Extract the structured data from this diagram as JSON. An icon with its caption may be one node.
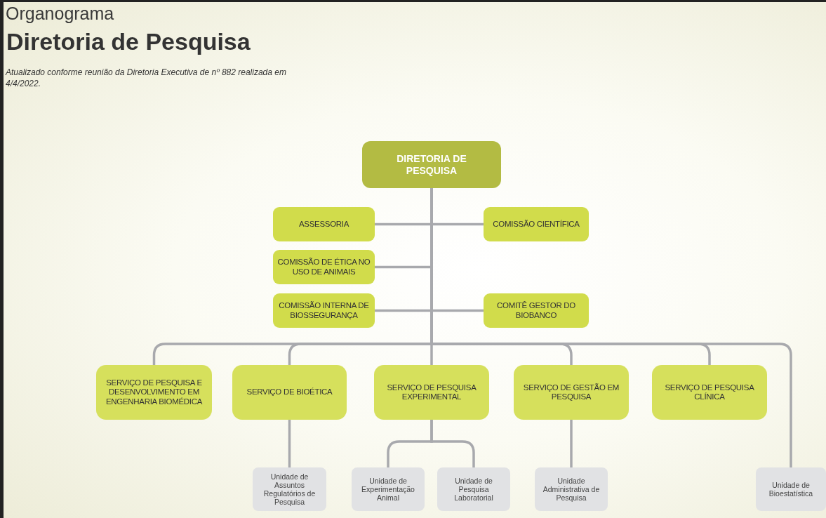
{
  "diagram": {
    "title": "Diretoria de Pesquisa",
    "caption": "Atualizado conforme reunião da Diretoria Executiva de nº 882 realizada em 4/4/2022.",
    "labels": [
      "Organograma"
    ],
    "nodes": [
      {
        "text": [
          "DIRETORIA DE PESQUISA"
        ]
      },
      {
        "text": [
          "ASSESSORIA"
        ]
      },
      {
        "text": [
          "COMISSÃO CIENTÍFICA"
        ]
      },
      {
        "text": [
          "COMISSÃO DE ÉTICA NO USO DE ANIMAIS"
        ]
      },
      {
        "text": [
          "COMISSÃO INTERNA DE BIOSSEGURANÇA"
        ]
      },
      {
        "text": [
          "COMITÊ GESTOR DO BIOBANCO"
        ]
      },
      {
        "text": [
          "SERVIÇO DE PESQUISA E DESENVOLVIMENTO EM ENGENHARIA BIOMÉDICA"
        ]
      },
      {
        "text": [
          "SERVIÇO DE BIOÉTICA"
        ]
      },
      {
        "text": [
          "SERVIÇO DE PESQUISA EXPERIMENTAL"
        ]
      },
      {
        "text": [
          "SERVIÇO DE GESTÃO EM PESQUISA"
        ]
      },
      {
        "text": [
          "SERVIÇO DE PESQUISA CLÍNICA"
        ]
      },
      {
        "text": [
          "Unidade de Assuntos Regulatórios de Pesquisa"
        ]
      },
      {
        "text": [
          "Unidade de Experimentação Animal"
        ]
      },
      {
        "text": [
          "Unidade de Pesquisa Laboratorial"
        ]
      },
      {
        "text": [
          "Unidade Administrativa de Pesquisa"
        ]
      },
      {
        "text": [
          "Unidade de Bioestatística"
        ]
      }
    ],
    "edges": [
      {
        "from": 0,
        "to": 1,
        "arrow": "none"
      },
      {
        "from": 0,
        "to": 2,
        "arrow": "none"
      },
      {
        "from": 0,
        "to": 3,
        "arrow": "none"
      },
      {
        "from": 0,
        "to": 4,
        "arrow": "none"
      },
      {
        "from": 0,
        "to": 5,
        "arrow": "none"
      },
      {
        "from": 0,
        "to": 6,
        "arrow": "none"
      },
      {
        "from": 0,
        "to": 7,
        "arrow": "none"
      },
      {
        "from": 0,
        "to": 8,
        "arrow": "none"
      },
      {
        "from": 0,
        "to": 9,
        "arrow": "none"
      },
      {
        "from": 0,
        "to": 10,
        "arrow": "none"
      },
      {
        "from": 0,
        "to": 15,
        "arrow": "none"
      },
      {
        "from": 7,
        "to": 11,
        "arrow": "none"
      },
      {
        "from": 8,
        "to": 12,
        "arrow": "none"
      },
      {
        "from": 8,
        "to": 13,
        "arrow": "none"
      },
      {
        "from": 9,
        "to": 14,
        "arrow": "none"
      }
    ]
  }
}
